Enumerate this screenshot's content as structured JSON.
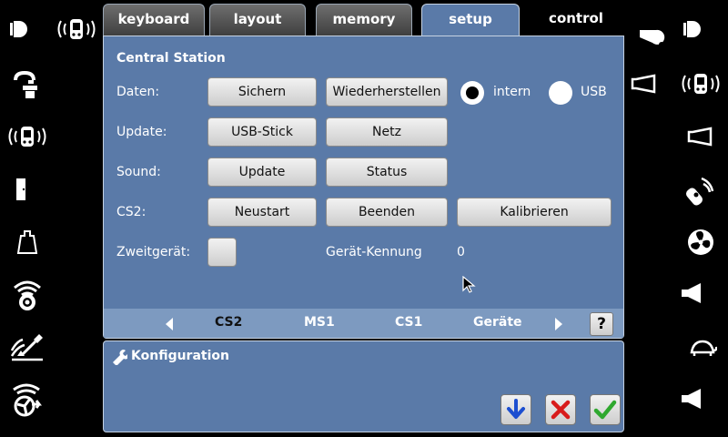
{
  "tabs": [
    {
      "label": "keyboard"
    },
    {
      "label": "layout"
    },
    {
      "label": "memory"
    },
    {
      "label": "setup"
    },
    {
      "label": "control"
    }
  ],
  "active_tab": "setup",
  "panel": {
    "title": "Central Station",
    "rows": {
      "daten": {
        "label": "Daten:",
        "save": "Sichern",
        "restore": "Wiederherstellen",
        "radio_intern": "intern",
        "radio_usb": "USB",
        "selected": "intern"
      },
      "update": {
        "label": "Update:",
        "usb_stick": "USB-Stick",
        "netz": "Netz"
      },
      "sound": {
        "label": "Sound:",
        "update": "Update",
        "status": "Status"
      },
      "cs2": {
        "label": "CS2:",
        "restart": "Neustart",
        "quit": "Beenden",
        "calibrate": "Kalibrieren"
      },
      "zweitgeraet": {
        "label": "Zweitgerät:",
        "kennung_label": "Gerät-Kennung",
        "kennung_value": "0"
      }
    },
    "subnav": {
      "items": [
        {
          "label": "CS2"
        },
        {
          "label": "MS1"
        },
        {
          "label": "CS1"
        },
        {
          "label": "Geräte"
        }
      ],
      "active": "CS2",
      "help_label": "?"
    }
  },
  "konfiguration": {
    "title": "Konfiguration"
  },
  "colors": {
    "panel": "#5a7aa8",
    "subnav": "#7d9ac0",
    "confirm": "#2fa82f",
    "cancel": "#d81b1b",
    "download": "#1d4fd0"
  },
  "left_function_icons": [
    "light-icon",
    "water-crane-icon",
    "train-radio-icon",
    "door-icon",
    "weight-icon",
    "radio-broadcast-icon",
    "coal-shovel-icon",
    "fan-steam-icon"
  ],
  "right_function_icons": [
    "whistle-icon",
    "light-icon",
    "horn-icon",
    "train-radio-icon",
    "horn-icon",
    "pneumatic-icon",
    "fan-icon",
    "loudspeaker-icon",
    "turtle-icon",
    "loudspeaker-icon"
  ]
}
